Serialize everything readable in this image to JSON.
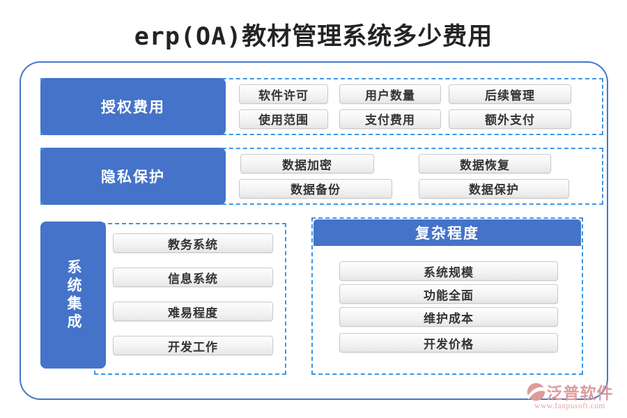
{
  "title": "erp(OA)教材管理系统多少费用",
  "sections": [
    {
      "label": "授权费用",
      "items": [
        "软件许可",
        "用户数量",
        "后续管理",
        "使用范围",
        "支付费用",
        "额外支付"
      ]
    },
    {
      "label": "隐私保护",
      "items": [
        "数据加密",
        "数据恢复",
        "数据备份",
        "数据保护"
      ]
    },
    {
      "label": "系统集成",
      "items": [
        "教务系统",
        "信息系统",
        "难易程度",
        "开发工作"
      ]
    },
    {
      "label": "复杂程度",
      "items": [
        "系统规模",
        "功能全面",
        "维护成本",
        "开发价格"
      ]
    }
  ],
  "logo": {
    "name": "泛普软件",
    "url": "www.fanpusoft.com",
    "mark": "fanpusoft-logo-icon"
  },
  "colors": {
    "primary_blue": "#4573C9",
    "frame_border_blue": "#4577C8",
    "dashed_border_blue": "#3B97E8",
    "chip_border": "#C9C9C9",
    "chip_text": "#333333",
    "title_text": "#232323",
    "logo_pink": "#DD9B9B"
  }
}
